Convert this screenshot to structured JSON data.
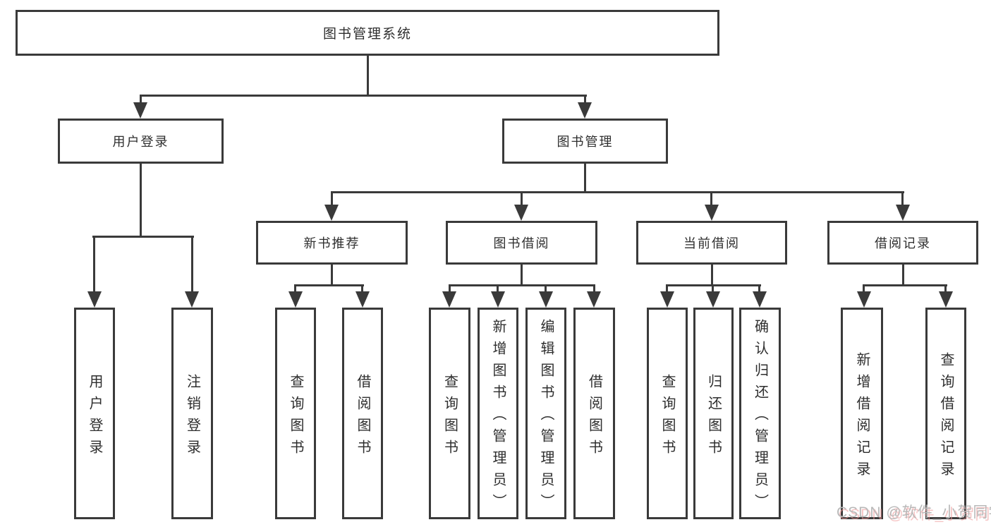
{
  "tree": {
    "root": {
      "label": "图书管理系统",
      "children": [
        {
          "label": "用户登录",
          "children": [
            {
              "label": "用户登录"
            },
            {
              "label": "注销登录"
            }
          ]
        },
        {
          "label": "图书管理",
          "children": [
            {
              "label": "新书推荐",
              "children": [
                {
                  "label": "查询图书"
                },
                {
                  "label": "借阅图书"
                }
              ]
            },
            {
              "label": "图书借阅",
              "children": [
                {
                  "label": "查询图书"
                },
                {
                  "label": "新增图书（管理员）"
                },
                {
                  "label": "编辑图书（管理员）"
                },
                {
                  "label": "借阅图书"
                }
              ]
            },
            {
              "label": "当前借阅",
              "children": [
                {
                  "label": "查询图书"
                },
                {
                  "label": "归还图书"
                },
                {
                  "label": "确认归还（管理员）"
                }
              ]
            },
            {
              "label": "借阅记录",
              "children": [
                {
                  "label": "新增借阅记录"
                },
                {
                  "label": "查询借阅记录"
                }
              ]
            }
          ]
        }
      ]
    }
  },
  "watermark": {
    "text": "CSDN @软件_小贺同学"
  },
  "colors": {
    "line": "#3a3a3a",
    "text": "#2e2e2e",
    "background": "#ffffff",
    "watermark_text": "#b9b9b9",
    "watermark_shadow": "#ef9494"
  }
}
